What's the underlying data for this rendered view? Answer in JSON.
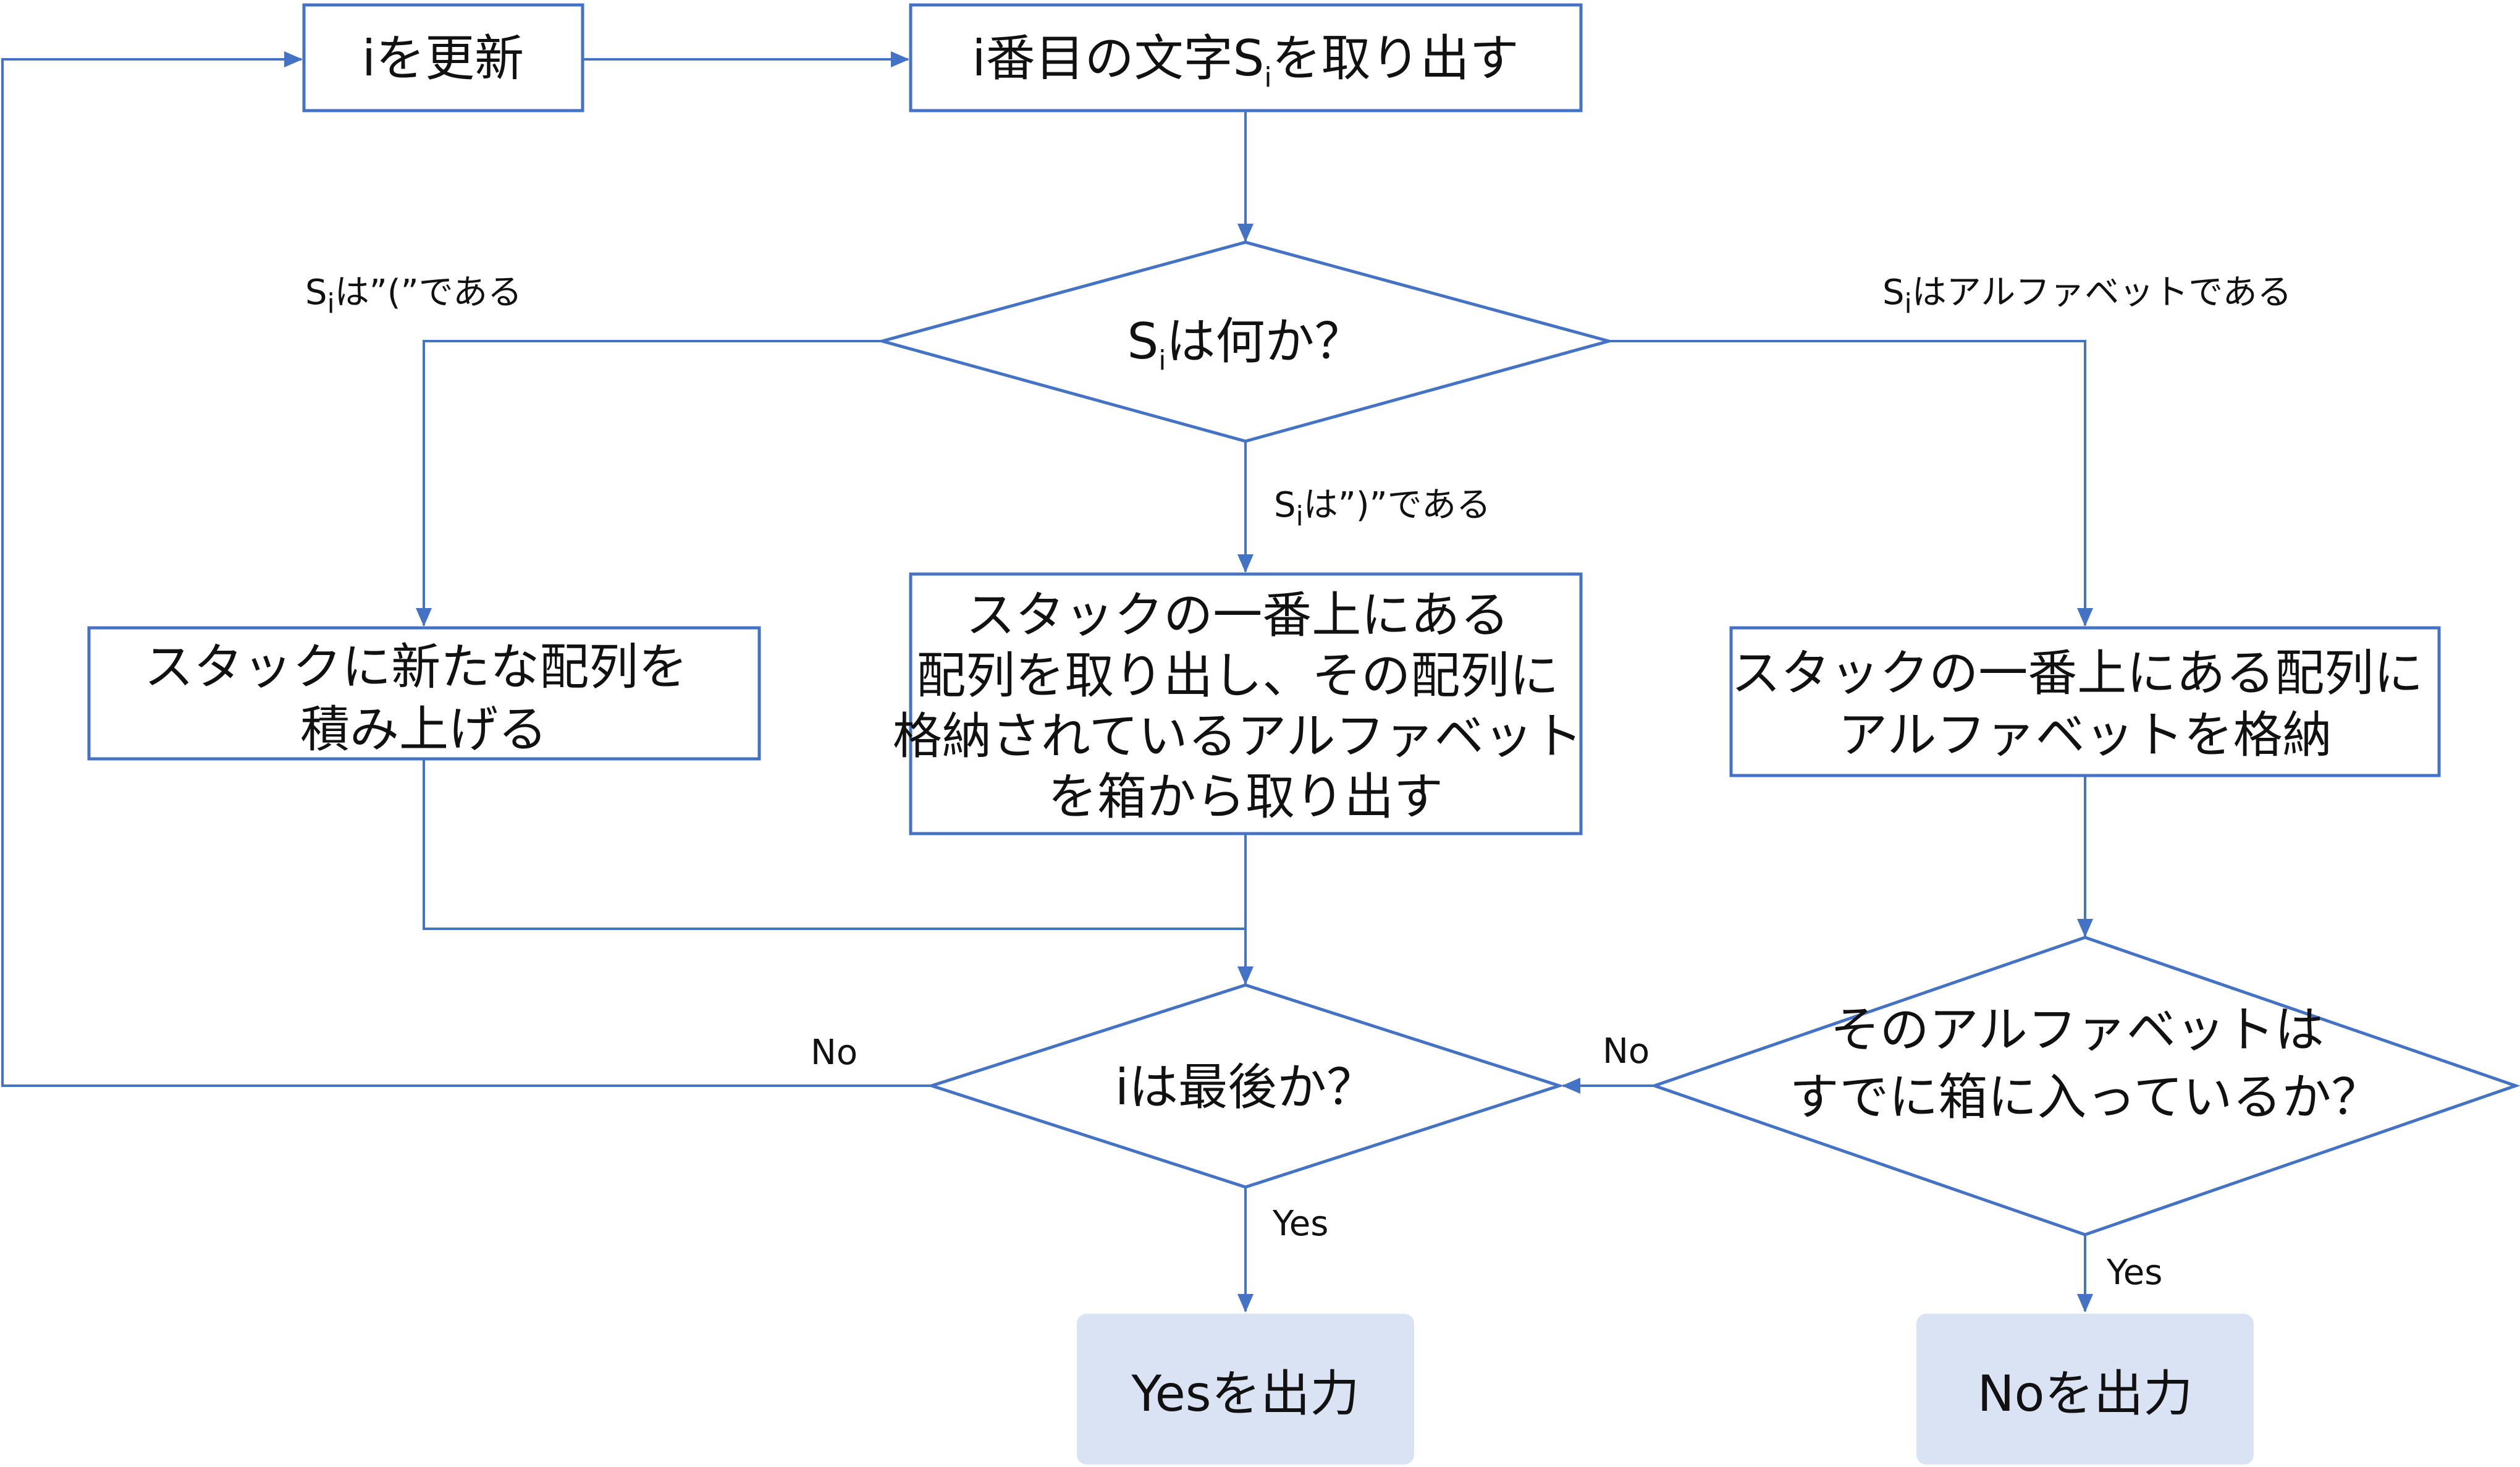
{
  "colors": {
    "stroke": "#4472c4",
    "terminal_fill": "#dae3f3",
    "text": "#111111"
  },
  "nodes": {
    "update_i": "iを更新",
    "extract_char": {
      "pre": "i番目の文字S",
      "sub": "i",
      "post": "を取り出す"
    },
    "what_is_si": {
      "pre": "S",
      "sub": "i",
      "post": "は何か？"
    },
    "push_array": [
      "スタックに新たな配列を",
      "積み上げる"
    ],
    "pop_array": [
      "スタックの一番上にある",
      "配列を取り出し、その配列に",
      "格納されているアルファベット",
      "を箱から取り出す"
    ],
    "store_letter": [
      "スタックの一番上にある配列に",
      "アルファベットを格納"
    ],
    "already_in_box": [
      "そのアルファベットは",
      "すでに箱に入っているか？"
    ],
    "is_last": "iは最後か？",
    "output_yes": "Yesを出力",
    "output_no": "Noを出力"
  },
  "edge_labels": {
    "open_paren": {
      "pre": "S",
      "sub": "i",
      "post": "は”(”である"
    },
    "close_paren": {
      "pre": "S",
      "sub": "i",
      "post": "は”)”である"
    },
    "alphabet": {
      "pre": "S",
      "sub": "i",
      "post": "はアルファベットである"
    },
    "last_no": "No",
    "last_yes": "Yes",
    "box_no": "No",
    "box_yes": "Yes"
  }
}
